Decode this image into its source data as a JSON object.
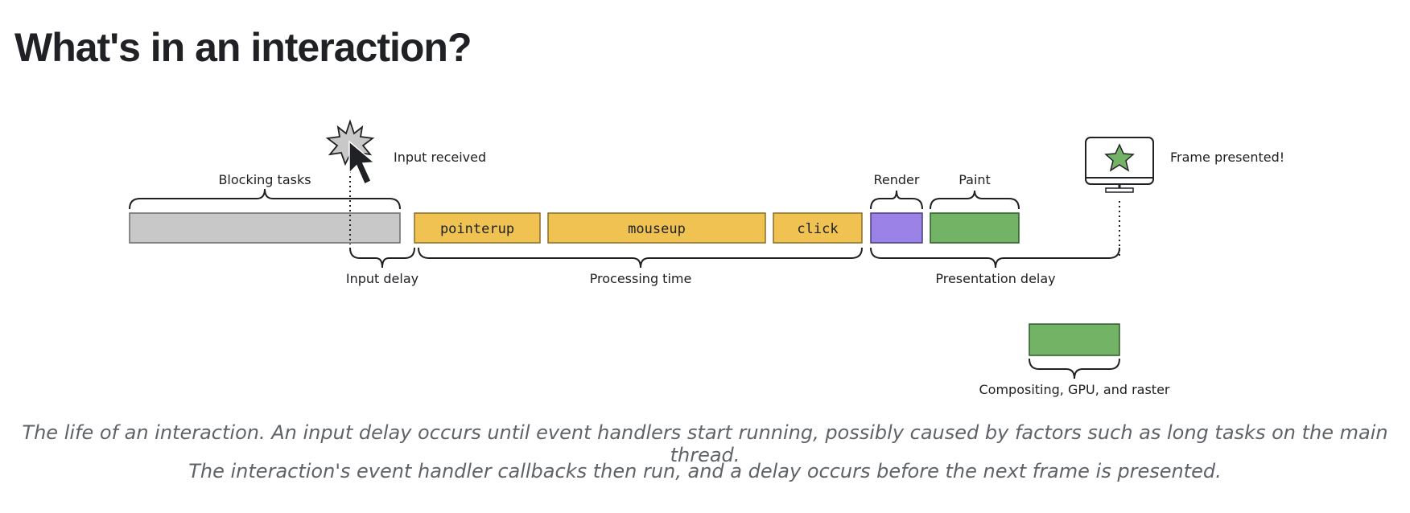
{
  "title": "What's in an interaction?",
  "labels": {
    "blocking_tasks": "Blocking tasks",
    "input_received": "Input received",
    "render": "Render",
    "paint": "Paint",
    "frame_presented": "Frame presented!",
    "input_delay": "Input delay",
    "processing_time": "Processing time",
    "presentation_delay": "Presentation delay",
    "compositing": "Compositing, GPU, and raster"
  },
  "events": [
    "pointerup",
    "mouseup",
    "click"
  ],
  "caption": {
    "line1": "The life of an interaction. An input delay occurs until event handlers start running, possibly caused by factors such as long tasks on the main thread.",
    "line2": "The interaction's event handler callbacks then run, and a delay occurs before the next frame is presented."
  },
  "colors": {
    "blocking": "#c8c8c8",
    "event": "#efc252",
    "render": "#9b82e6",
    "paint": "#72b365",
    "stroke": "#202124"
  }
}
